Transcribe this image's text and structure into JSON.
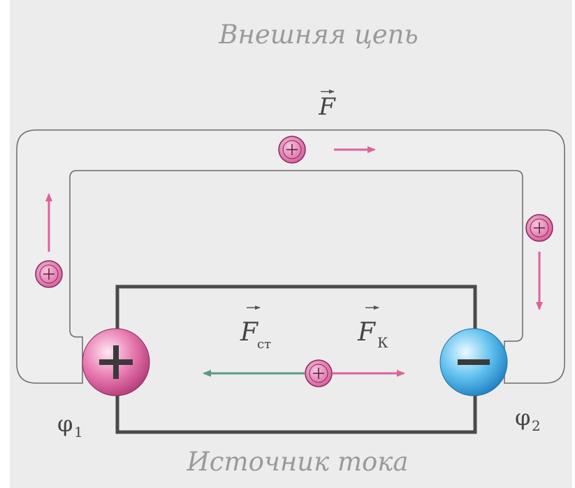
{
  "diagram": {
    "title_top": "Внешняя цепь",
    "title_bottom": "Источник тока",
    "force_label": "F",
    "force_st": {
      "letter": "F",
      "sub": "ст"
    },
    "force_k": {
      "letter": "F",
      "sub": "К"
    },
    "phi1": {
      "letter": "φ",
      "sub": "1"
    },
    "phi2": {
      "letter": "φ",
      "sub": "2"
    },
    "pos_sign": "+",
    "neg_sign": "−",
    "colors": {
      "magenta": "#e0609c",
      "green": "#5a9a7e",
      "blue": "#3aa0d8",
      "wire": "#555555",
      "panel": "#ececec"
    }
  }
}
